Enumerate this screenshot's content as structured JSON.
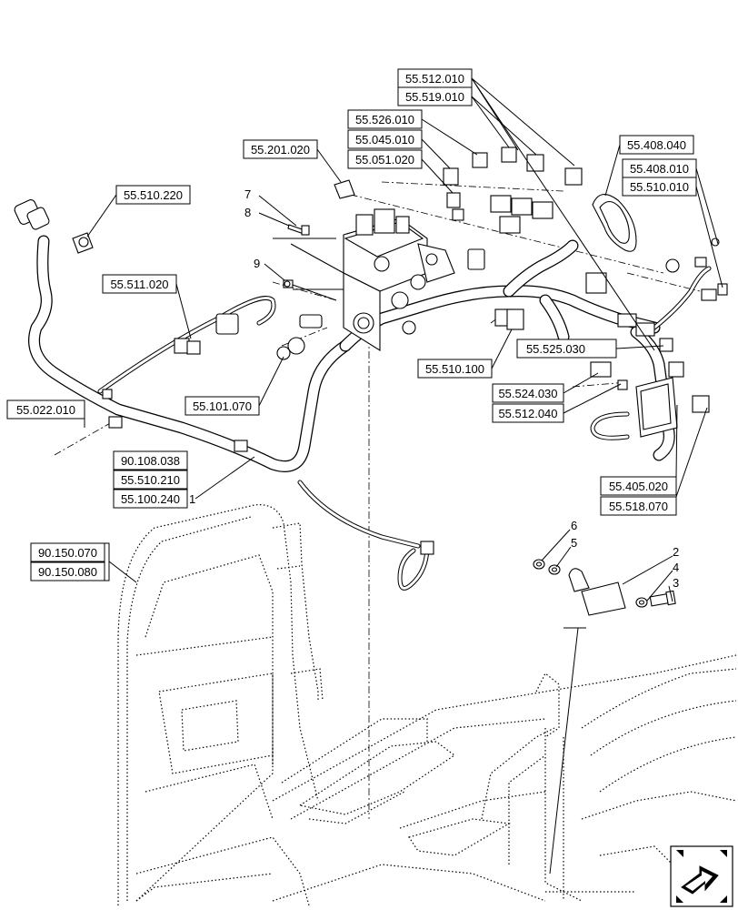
{
  "refs": {
    "r55512010": "55.512.010",
    "r55519010": "55.519.010",
    "r55526010": "55.526.010",
    "r55045010": "55.045.010",
    "r55051020": "55.051.020",
    "r55201020": "55.201.020",
    "r55408040": "55.408.040",
    "r55408010": "55.408.010",
    "r55510010": "55.510.010",
    "r55510220": "55.510.220",
    "r55511020": "55.511.020",
    "r55525030": "55.525.030",
    "r55510100": "55.510.100",
    "r55524030": "55.524.030",
    "r55512040": "55.512.040",
    "r55101070": "55.101.070",
    "r55022010": "55.022.010",
    "r90108038": "90.108.038",
    "r55510210": "55.510.210",
    "r55100240": "55.100.240",
    "r55405020": "55.405.020",
    "r55518070": "55.518.070",
    "r90150070": "90.150.070",
    "r90150080": "90.150.080"
  },
  "items": {
    "n1": "1",
    "n2": "2",
    "n3": "3",
    "n4": "4",
    "n5": "5",
    "n6": "6",
    "n7": "7",
    "n8": "8",
    "n9": "9"
  },
  "icons": {
    "nav": "next-page-arrow-icon"
  }
}
